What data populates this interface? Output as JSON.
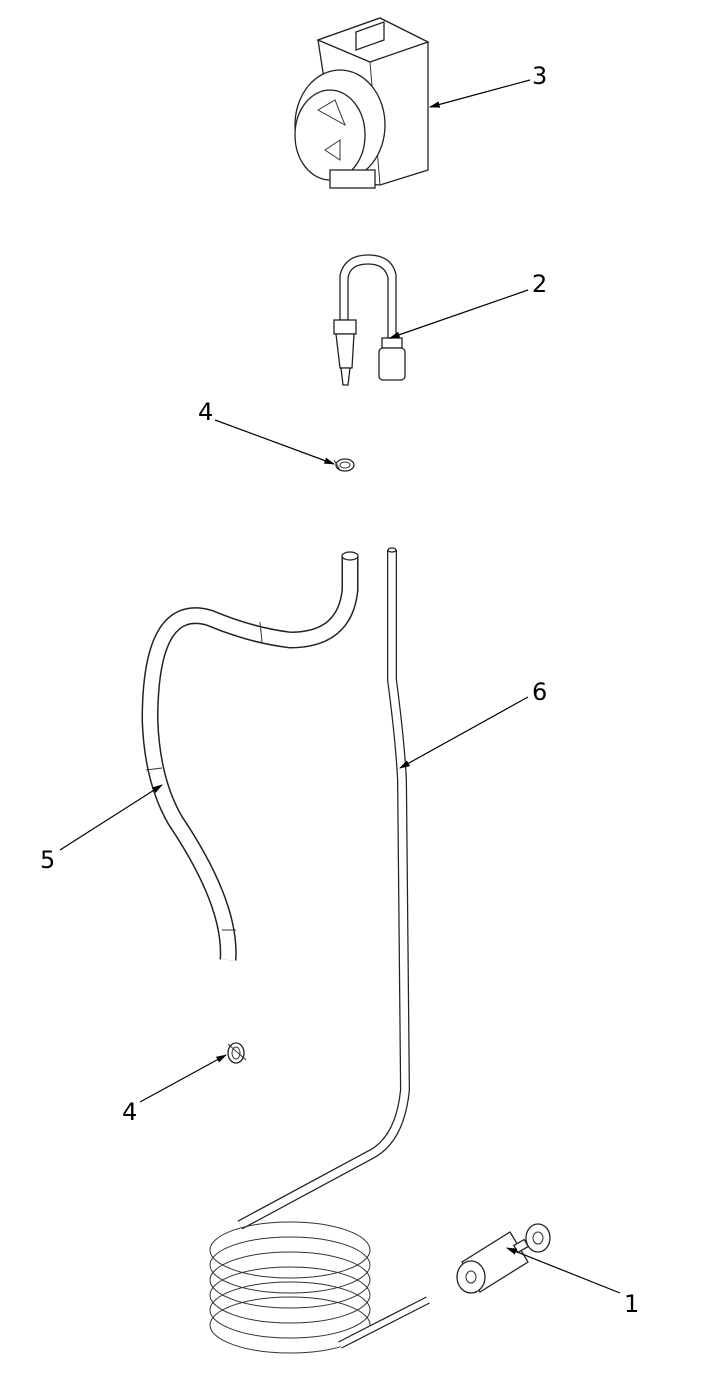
{
  "diagram": {
    "type": "exploded parts diagram",
    "callouts": [
      {
        "id": "pump",
        "label": "3"
      },
      {
        "id": "pump-tube",
        "label": "2"
      },
      {
        "id": "clamp-top",
        "label": "4"
      },
      {
        "id": "tube-long",
        "label": "6"
      },
      {
        "id": "tube-curved",
        "label": "5"
      },
      {
        "id": "clamp-bottom",
        "label": "4"
      },
      {
        "id": "weight-filter",
        "label": "1"
      }
    ]
  }
}
